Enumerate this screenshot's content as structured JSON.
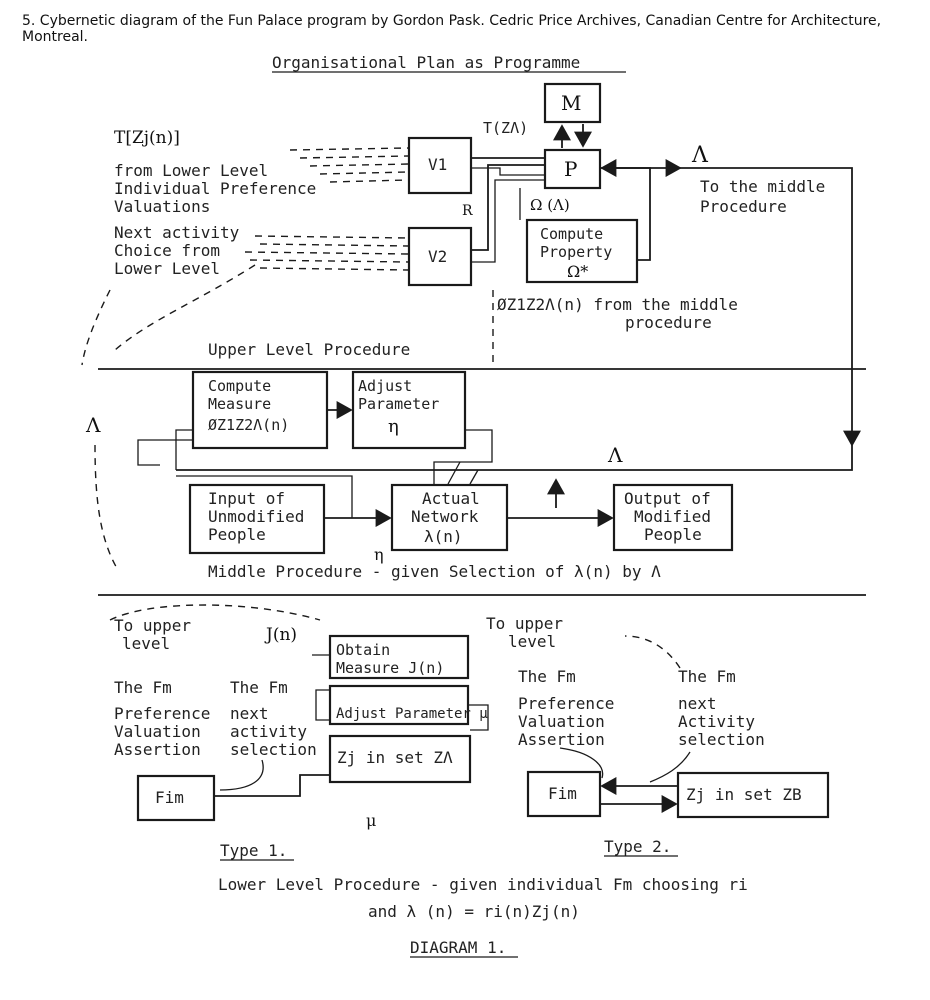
{
  "caption": "5. Cybernetic diagram of the Fun Palace program by Gordon Pask. Cedric Price Archives, Canadian Centre for Architecture, Montreal.",
  "title": "Organisational Plan as Programme",
  "upper": {
    "input1": [
      "T[Zj(n)]",
      "from Lower Level",
      "Individual Preference",
      "Valuations"
    ],
    "input2": [
      "Next activity",
      "Choice from",
      "Lower Level"
    ],
    "v1": "V1",
    "v2": "V2",
    "m": "M",
    "p": "P",
    "t_label": "T(ZΛ)",
    "r_label": "R",
    "omega_label": "Ω (Λ)",
    "compute_property": [
      "Compute",
      "Property",
      "Ω*"
    ],
    "lambda_out": "Λ",
    "to_middle": [
      "To the middle",
      "Procedure"
    ],
    "from_middle": [
      "ØZ1Z2Λ(n) from the middle",
      "procedure"
    ],
    "procedure_label": "Upper Level Procedure"
  },
  "middle": {
    "compute_measure": [
      "Compute",
      "Measure",
      "ØZ1Z2Λ(n)"
    ],
    "adjust_parameter": [
      "Adjust",
      "Parameter",
      "η"
    ],
    "lambda_label": "Λ",
    "input_people": [
      "Input of",
      "Unmodified",
      "People"
    ],
    "actual_network": [
      "Actual",
      "Network",
      "λ(n)"
    ],
    "output_people": [
      "Output of",
      "Modified",
      "People"
    ],
    "eta_label": "η",
    "procedure_label": "Middle Procedure - given Selection of λ(n) by Λ",
    "left_lambda": "Λ"
  },
  "lower": {
    "to_upper_left": [
      "To upper",
      "level"
    ],
    "j_label": "J(n)",
    "pref_assertion_left": [
      "The Fm",
      "Preference",
      "Valuation",
      "Assertion"
    ],
    "next_selection_left": [
      "The Fm",
      "next",
      "activity",
      "selection"
    ],
    "obtain_measure": [
      "Obtain",
      "Measure J(n)"
    ],
    "adjust_parameter": "Adjust Parameter μ",
    "zj_a": "Zj in set ZΛ",
    "fim_left": "Fim",
    "mu_label": "μ",
    "type1": "Type 1.",
    "to_upper_right": [
      "To upper",
      "level"
    ],
    "pref_assertion_right": [
      "The Fm",
      "Preference",
      "Valuation",
      "Assertion"
    ],
    "next_selection_right": [
      "The Fm",
      "next",
      "Activity",
      "selection"
    ],
    "fim_right": "Fim",
    "zj_b": "Zj in set ZB",
    "type2": "Type 2.",
    "procedure_line1": "Lower Level Procedure - given individual Fm choosing ri",
    "procedure_line2": "and λ (n) = ri(n)Zj(n)",
    "diagram_label": "DIAGRAM 1."
  }
}
